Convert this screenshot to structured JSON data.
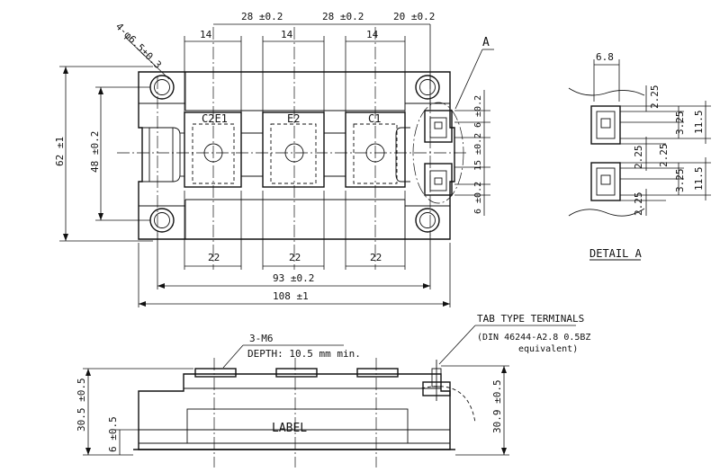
{
  "top_view": {
    "hole_callout": "4-φ6.5±0.3",
    "dim_pitch_28a": "28 ±0.2",
    "dim_pitch_28b": "28 ±0.2",
    "dim_pitch_20": "20 ±0.2",
    "dim_width_14a": "14",
    "dim_width_14b": "14",
    "dim_width_14c": "14",
    "detail_marker": "A",
    "height_62": "62 ±1",
    "height_48": "48 ±0.2",
    "terminal_c2e1": "C2E1",
    "terminal_e2": "E2",
    "terminal_c1": "C1",
    "dim_22a": "22",
    "dim_22b": "22",
    "dim_22c": "22",
    "dim_93": "93 ±0.2",
    "dim_108": "108 ±1",
    "right_6a": "6 ±0.2",
    "right_15": "15 ±0.2",
    "right_6b": "6 ±0.2"
  },
  "detail_a": {
    "title": "DETAIL A",
    "dim_6_8": "6.8",
    "dim_2_25a": "2.25",
    "dim_3_25a": "3.25",
    "dim_11_5a": "11.5",
    "dim_2_25b": "2.25",
    "dim_2_25c": "2.25",
    "dim_3_25b": "3.25",
    "dim_11_5b": "11.5",
    "dim_2_25d": "2.25"
  },
  "side_view": {
    "thread_callout": "3-M6",
    "depth_callout": "DEPTH: 10.5 mm min.",
    "label_text": "LABEL",
    "height_30_5": "30.5 ±0.5",
    "height_6": "6 ±0.5",
    "height_30_9": "30.9 ±0.5",
    "tab_title": "TAB TYPE TERMINALS",
    "tab_spec": "(DIN 46244-A2.8 0.5BZ",
    "tab_equiv": "equivalent)"
  }
}
